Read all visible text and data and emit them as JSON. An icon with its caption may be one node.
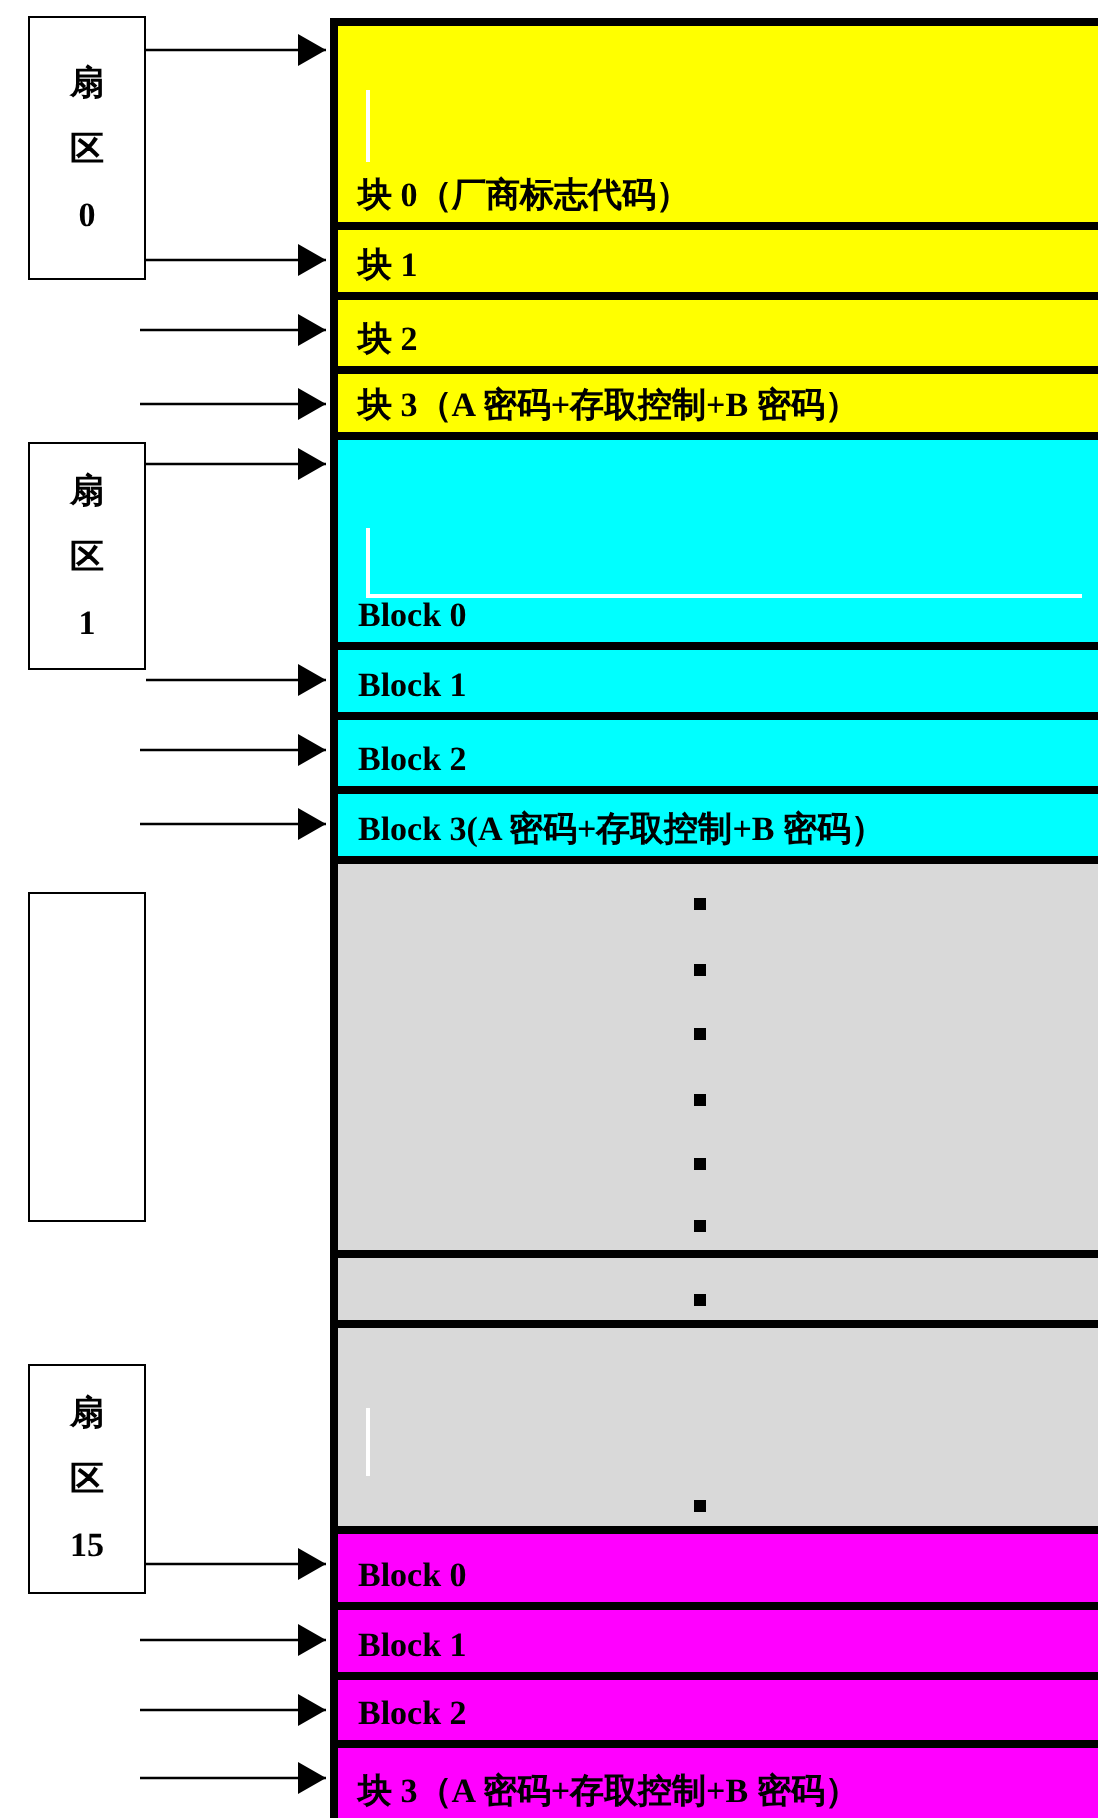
{
  "diagram": {
    "nodes": [
      {
        "text": [
          "扇区0"
        ]
      },
      {
        "text": [
          "块 0（厂商标志代码）"
        ]
      },
      {
        "text": [
          "块 1"
        ]
      },
      {
        "text": [
          "块 2"
        ]
      },
      {
        "text": [
          "块 3（A 密码+存取控制+B 密码）"
        ]
      },
      {
        "text": [
          "扇区1"
        ]
      },
      {
        "text": [
          "Block 0"
        ]
      },
      {
        "text": [
          "Block 1"
        ]
      },
      {
        "text": [
          "Block 2"
        ]
      },
      {
        "text": [
          "Block 3(A 密码+存取控制+B 密码）"
        ]
      },
      {
        "text": [],
        "shape": "box"
      },
      {
        "text": [],
        "shape": "box"
      },
      {
        "text": [],
        "shape": "box"
      },
      {
        "text": [],
        "shape": "box"
      },
      {
        "text": [
          "扇区15"
        ]
      },
      {
        "text": [
          "Block 0"
        ]
      },
      {
        "text": [
          "Block 1"
        ]
      },
      {
        "text": [
          "Block 2"
        ]
      },
      {
        "text": [
          "块 3（A 密码+存取控制+B 密码）"
        ]
      }
    ],
    "edges": [
      {
        "from": 0,
        "to": 1,
        "arrow": "to"
      },
      {
        "from": 0,
        "to": 2,
        "arrow": "to"
      },
      {
        "from": null,
        "to": 3,
        "arrow": "to"
      },
      {
        "from": null,
        "to": 4,
        "arrow": "to"
      },
      {
        "from": 5,
        "to": 6,
        "arrow": "to"
      },
      {
        "from": 5,
        "to": 7,
        "arrow": "to"
      },
      {
        "from": null,
        "to": 8,
        "arrow": "to"
      },
      {
        "from": null,
        "to": 9,
        "arrow": "to"
      },
      {
        "from": 14,
        "to": 15,
        "arrow": "to"
      },
      {
        "from": null,
        "to": 16,
        "arrow": "to"
      },
      {
        "from": null,
        "to": 17,
        "arrow": "to"
      },
      {
        "from": null,
        "to": 18,
        "arrow": "to"
      }
    ]
  }
}
